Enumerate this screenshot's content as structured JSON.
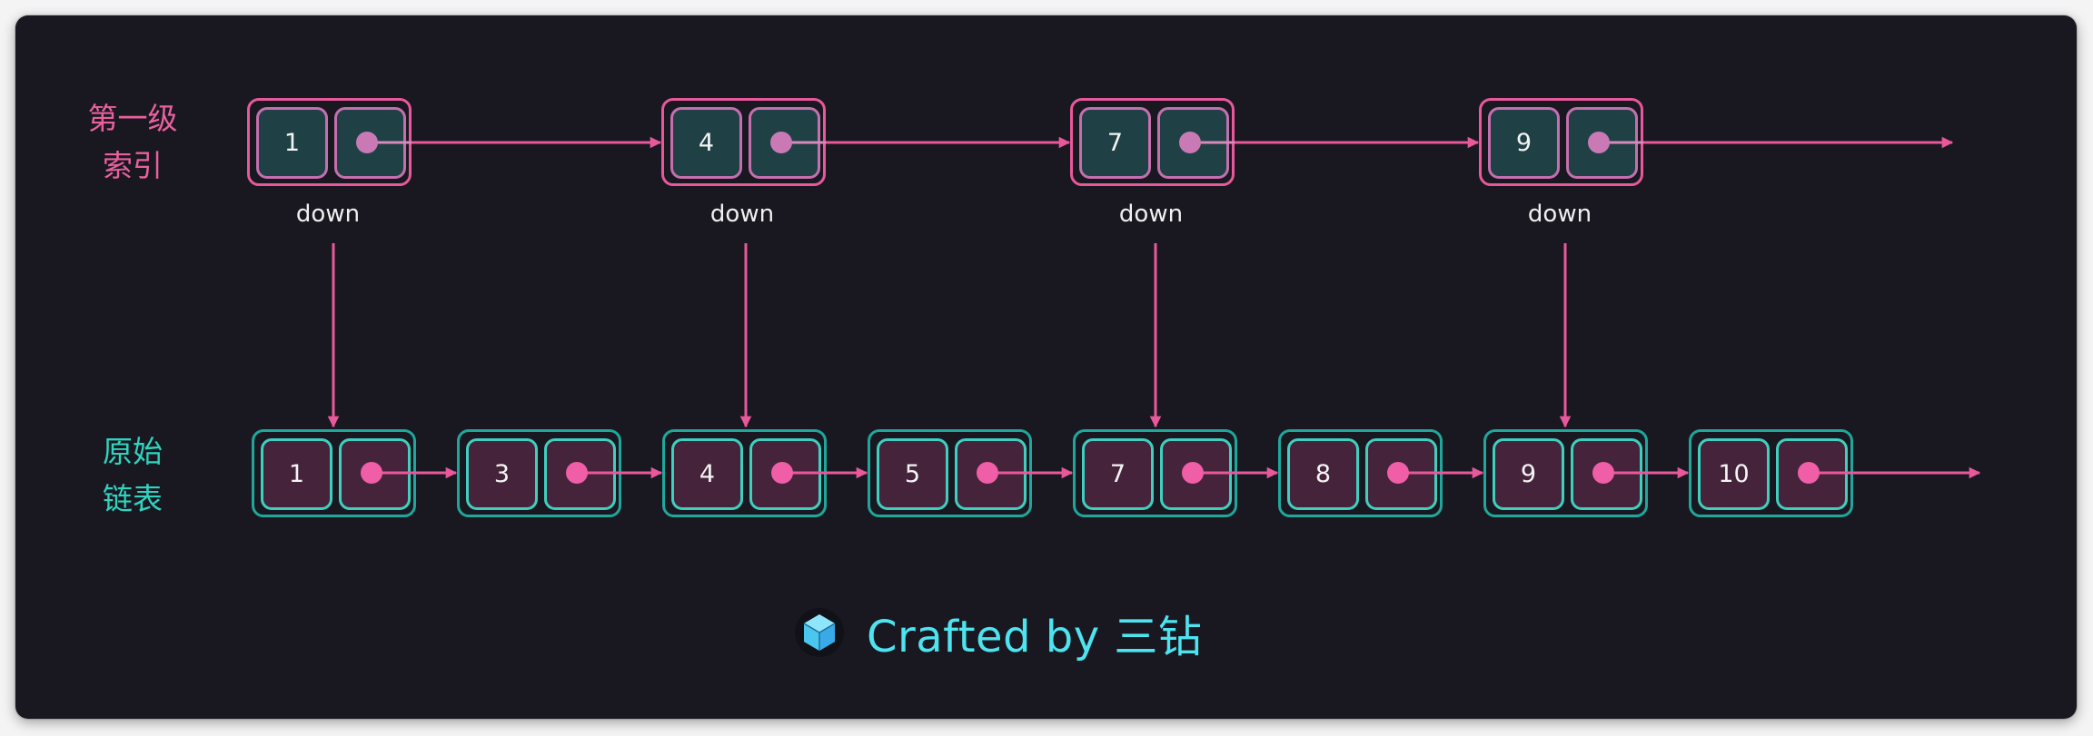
{
  "diagram": {
    "title": "Skip list: first-level index over original linked list",
    "colors": {
      "background": "#191821",
      "index_accent": "#e8589b",
      "index_cell_fill": "#1f4145",
      "index_cell_border": "#c46fae",
      "index_pointer_dot": "#c97ab5",
      "list_accent": "#1fa79b",
      "list_cell_fill": "#45243b",
      "list_cell_border": "#3fcfbf",
      "list_pointer_dot": "#ef5ea6",
      "arrow": "#e8589b",
      "watermark": "#4de3ef"
    },
    "index_level": {
      "label_lines": [
        "第一级",
        "索引"
      ],
      "down_label": "down",
      "nodes": [
        {
          "value": "1",
          "points_down_to_list_index": 0
        },
        {
          "value": "4",
          "points_down_to_list_index": 2
        },
        {
          "value": "7",
          "points_down_to_list_index": 4
        },
        {
          "value": "9",
          "points_down_to_list_index": 6
        }
      ],
      "trailing_arrow": true
    },
    "original_list": {
      "label_lines": [
        "原始",
        "链表"
      ],
      "nodes": [
        {
          "value": "1"
        },
        {
          "value": "3"
        },
        {
          "value": "4"
        },
        {
          "value": "5"
        },
        {
          "value": "7"
        },
        {
          "value": "8"
        },
        {
          "value": "9"
        },
        {
          "value": "10"
        }
      ],
      "trailing_arrow": true
    },
    "watermark": {
      "icon": "cube-logo-icon",
      "text": "Crafted by 三钻"
    }
  }
}
